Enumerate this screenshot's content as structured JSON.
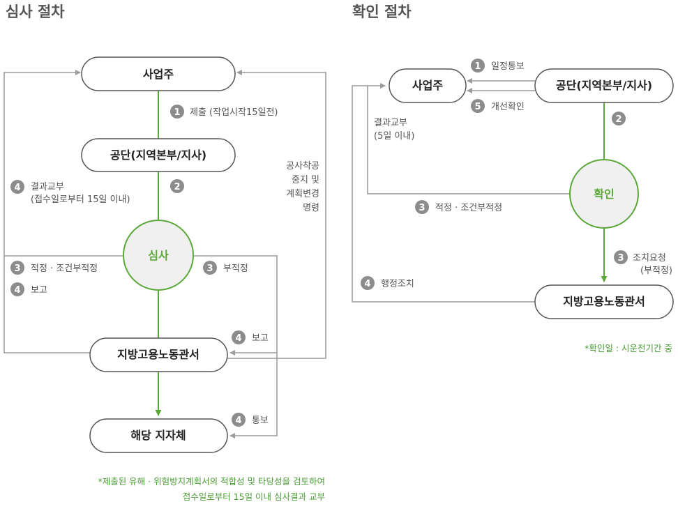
{
  "review": {
    "title": "심사 절차",
    "nodes": {
      "owner": "사업주",
      "agency": "공단(지역본부/지사)",
      "review": "심사",
      "labor_office": "지방고용노동관서",
      "local_gov": "해당 지자체"
    },
    "steps": {
      "submit_num": "1",
      "submit_text": "제출 (작업시작15일전)",
      "s2_num": "2",
      "result_num": "4",
      "result_line1": "결과교부",
      "result_line2": "(접수일로부터 15일 이내)",
      "suspend_lines": [
        "공사착공",
        "중지 및",
        "계획변경",
        "명령"
      ],
      "adequate_num": "3",
      "adequate_text": "적정 · 조건부적정",
      "report_num": "4",
      "report_text": "보고",
      "inadequate_num": "3",
      "inadequate_text": "부적정",
      "report2_num": "4",
      "report2_text": "보고",
      "notify_num": "4",
      "notify_text": "통보"
    },
    "note_lines": [
      "*제출된 유해 · 위험방지계획서의 적합성 및 타당성을 검토하여",
      "접수일로부터 15일 이내 심사결과 교부"
    ]
  },
  "confirm": {
    "title": "확인 절차",
    "nodes": {
      "owner": "사업주",
      "agency": "공단(지역본부/지사)",
      "confirm": "확인",
      "labor_office": "지방고용노동관서"
    },
    "steps": {
      "schedule_num": "1",
      "schedule_text": "일정통보",
      "improve_num": "5",
      "improve_text": "개선확인",
      "s2_num": "2",
      "result_line1": "결과교부",
      "result_line2": "(5일 이내)",
      "adequate_num": "3",
      "adequate_text": "적정 · 조건부적정",
      "measure_num": "3",
      "measure_line1": "조치요청",
      "measure_line2": "(부적정)",
      "admin_num": "4",
      "admin_text": "행정조치"
    },
    "note": "*확인일 : 시운전기간 중"
  },
  "colors": {
    "accent": "#5aa83a",
    "line": "#9c9c9c",
    "badge": "#8c8c8c",
    "node_border": "#555555"
  }
}
